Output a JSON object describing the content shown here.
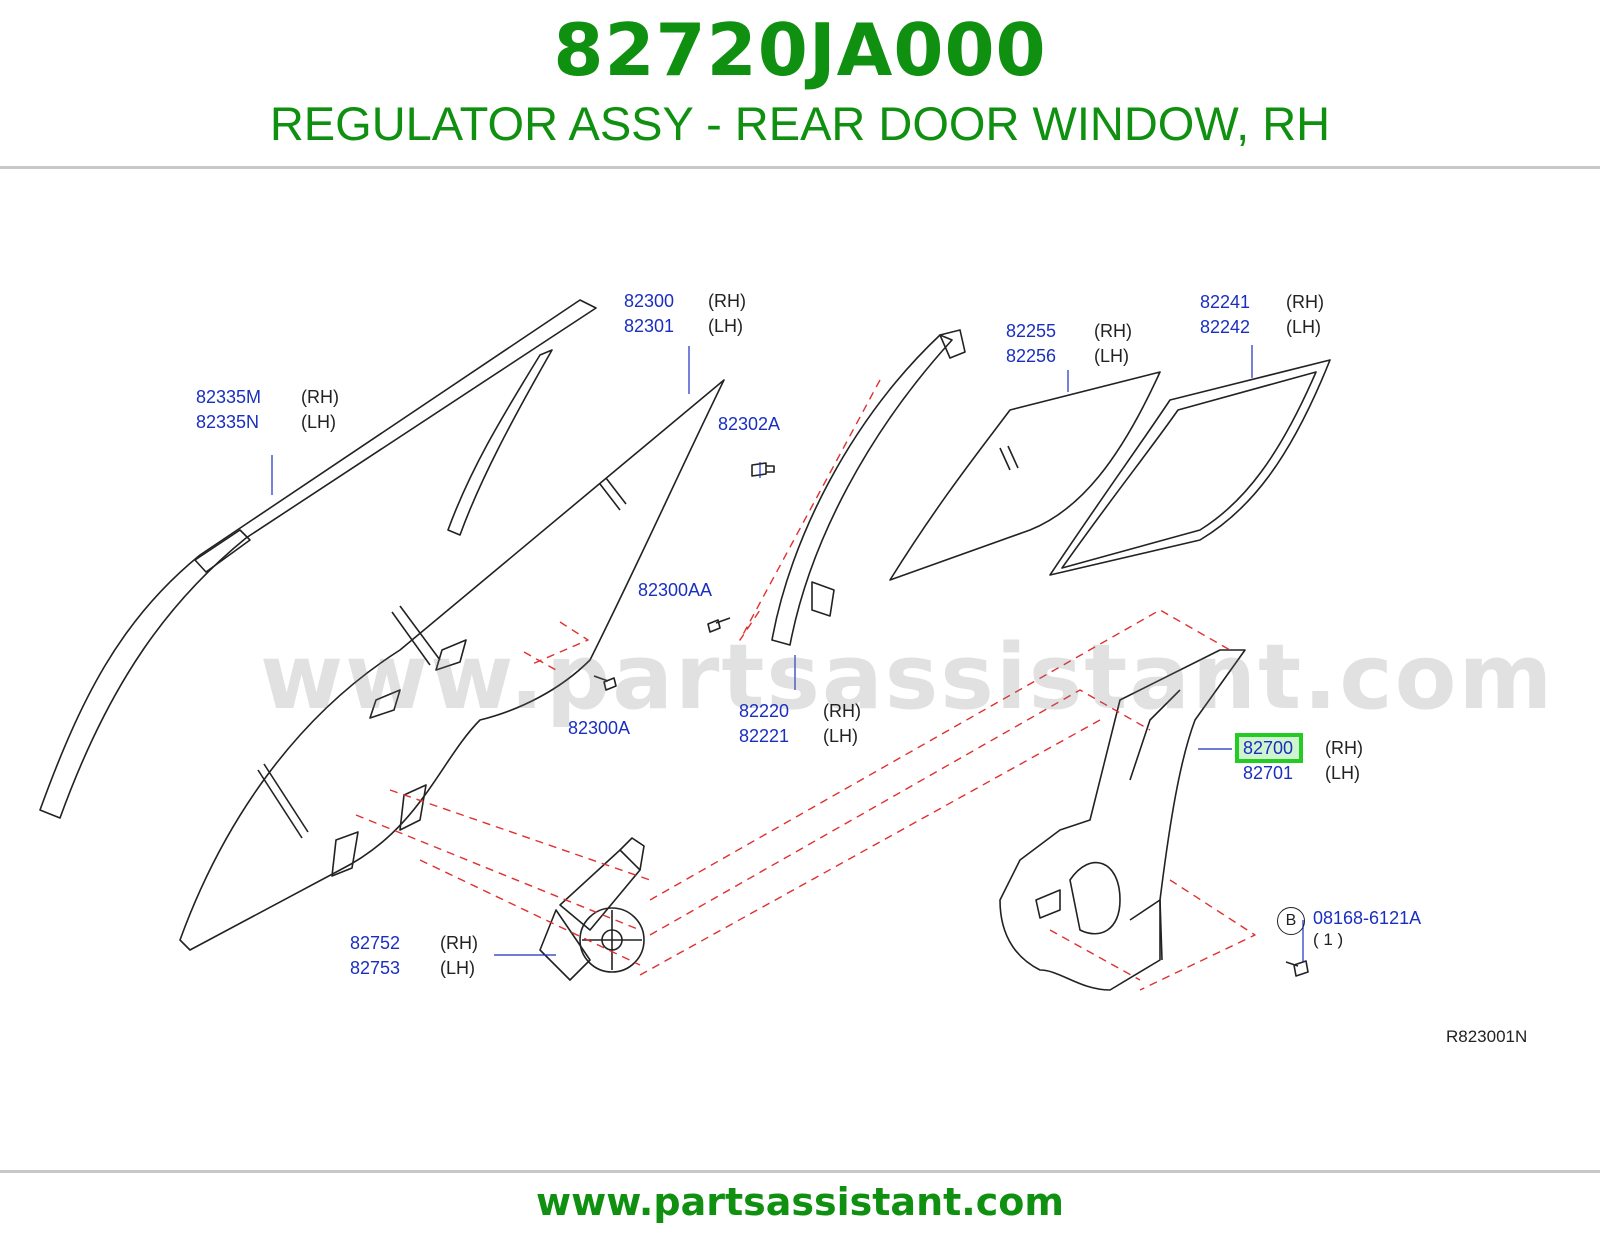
{
  "header": {
    "part_number": "82720JA000",
    "part_title": "REGULATOR ASSY - REAR DOOR WINDOW, RH"
  },
  "callouts": [
    {
      "id": "82300",
      "rh": "82300",
      "lh": "82301",
      "rh_tag": "(RH)",
      "lh_tag": "(LH)"
    },
    {
      "id": "82335",
      "rh": "82335M",
      "lh": "82335N",
      "rh_tag": "(RH)",
      "lh_tag": "(LH)"
    },
    {
      "id": "82255",
      "rh": "82255",
      "lh": "82256",
      "rh_tag": "(RH)",
      "lh_tag": "(LH)"
    },
    {
      "id": "82241",
      "rh": "82241",
      "lh": "82242",
      "rh_tag": "(RH)",
      "lh_tag": "(LH)"
    },
    {
      "id": "82220",
      "rh": "82220",
      "lh": "82221",
      "rh_tag": "(RH)",
      "lh_tag": "(LH)"
    },
    {
      "id": "82700",
      "rh": "82700",
      "lh": "82701",
      "rh_tag": "(RH)",
      "lh_tag": "(LH)"
    },
    {
      "id": "82752",
      "rh": "82752",
      "lh": "82753",
      "rh_tag": "(RH)",
      "lh_tag": "(LH)"
    }
  ],
  "single_labels": {
    "p82302A": "82302A",
    "p82300AA": "82300AA",
    "p82300A": "82300A",
    "bolt_pn": "08168-6121A",
    "bolt_qty": "( 1 )",
    "bolt_marker": "B"
  },
  "ref_code": "R823001N",
  "watermark": "www.partsassistant.com",
  "footer": {
    "url": "www.partsassistant.com"
  },
  "colors": {
    "brand_green": "#109010",
    "part_blue": "#1a2fc0",
    "leader_red": "#e03030",
    "highlight": "#22cc22"
  }
}
